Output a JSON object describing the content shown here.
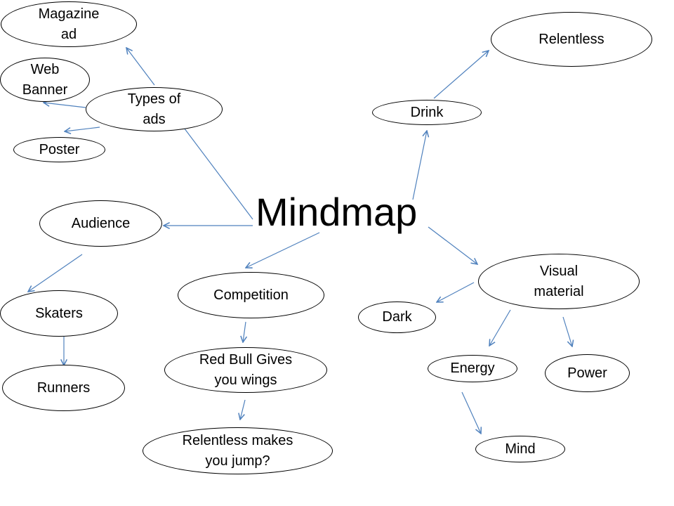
{
  "title": "Mindmap",
  "nodes": {
    "magazine_ad": "Magazine\nad",
    "web_banner": "Web\nBanner",
    "types_of_ads": "Types of\nads",
    "poster": "Poster",
    "relentless": "Relentless",
    "drink": "Drink",
    "audience": "Audience",
    "skaters": "Skaters",
    "runners": "Runners",
    "competition": "Competition",
    "red_bull": "Red Bull Gives\nyou wings",
    "relentless_jump": "Relentless makes\nyou jump?",
    "visual_material": "Visual\nmaterial",
    "dark": "Dark",
    "energy": "Energy",
    "power": "Power",
    "mind": "Mind"
  },
  "colors": {
    "arrow": "#4f81bd",
    "node_border": "#000000",
    "text": "#000000"
  }
}
